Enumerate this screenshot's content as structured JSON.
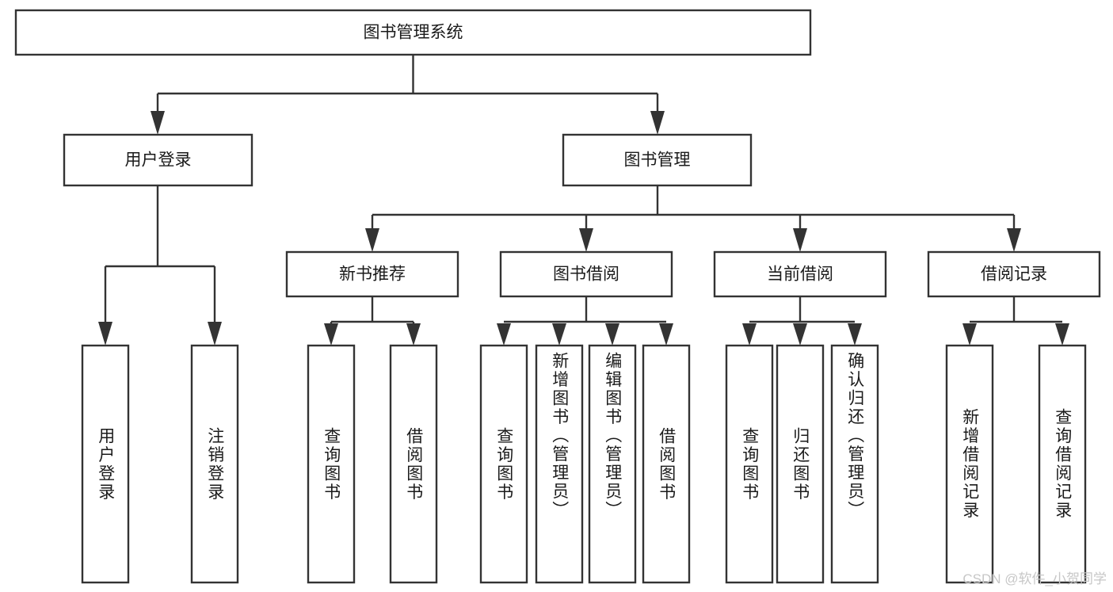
{
  "diagram": {
    "title": "图书管理系统",
    "type": "tree-hierarchy-chart",
    "orientation": "top-down",
    "colors": {
      "box_stroke": "#333333",
      "box_fill": "#ffffff",
      "text": "#1a1a1a",
      "background": "#ffffff",
      "watermark": "#c7c7c7"
    },
    "root": {
      "label": "图书管理系统"
    },
    "level2": [
      {
        "label": "用户登录"
      },
      {
        "label": "图书管理"
      }
    ],
    "level3": [
      {
        "label": "新书推荐"
      },
      {
        "label": "图书借阅"
      },
      {
        "label": "当前借阅"
      },
      {
        "label": "借阅记录"
      }
    ],
    "leaves": {
      "user_login": [
        {
          "label": "用户登录"
        },
        {
          "label": "注销登录"
        }
      ],
      "new_book_recommend": [
        {
          "label": "查询图书"
        },
        {
          "label": "借阅图书"
        }
      ],
      "book_borrow": [
        {
          "label": "查询图书"
        },
        {
          "label": "新增图书（管理员）"
        },
        {
          "label": "编辑图书（管理员）"
        },
        {
          "label": "借阅图书"
        }
      ],
      "current_borrow": [
        {
          "label": "查询图书"
        },
        {
          "label": "归还图书"
        },
        {
          "label": "确认归还（管理员）"
        }
      ],
      "borrow_record": [
        {
          "label": "新增借阅记录"
        },
        {
          "label": "查询借阅记录"
        }
      ]
    }
  },
  "watermark": {
    "text": "CSDN @软件_小贺同学"
  }
}
